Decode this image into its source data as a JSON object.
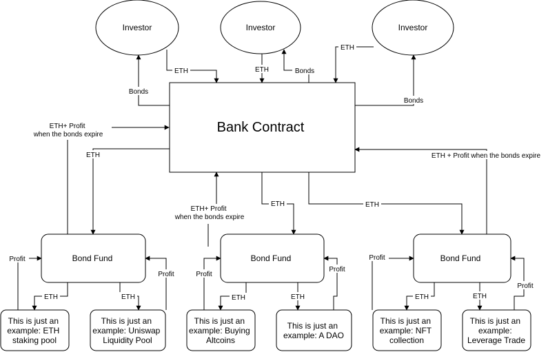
{
  "nodes": {
    "investor_1": "Investor",
    "investor_2": "Investor",
    "investor_3": "Investor",
    "bank_contract": "Bank Contract",
    "bond_fund_1": "Bond Fund",
    "bond_fund_2": "Bond Fund",
    "bond_fund_3": "Bond Fund",
    "example_1": [
      "This is just an",
      "example: ETH",
      "staking pool"
    ],
    "example_2": [
      "This is just an",
      "example: Uniswap",
      "Liquidity Pool"
    ],
    "example_3": [
      "This is just an",
      "example: Buying",
      "Altcoins"
    ],
    "example_4": [
      "This is just an",
      "example: A DAO"
    ],
    "example_5": [
      "This is just an",
      "example: NFT",
      "collection"
    ],
    "example_6": [
      "This is just an",
      "example:",
      "Leverage Trade"
    ]
  },
  "edges": {
    "eth": "ETH",
    "bonds": "Bonds",
    "profit": "Profit",
    "eth_profit_left": [
      "ETH+ Profit",
      "when the bonds expire"
    ],
    "eth_profit_mid": [
      "ETH+ Profit",
      "when the bonds expire"
    ],
    "eth_profit_right": "ETH + Profit when the bonds expire"
  }
}
